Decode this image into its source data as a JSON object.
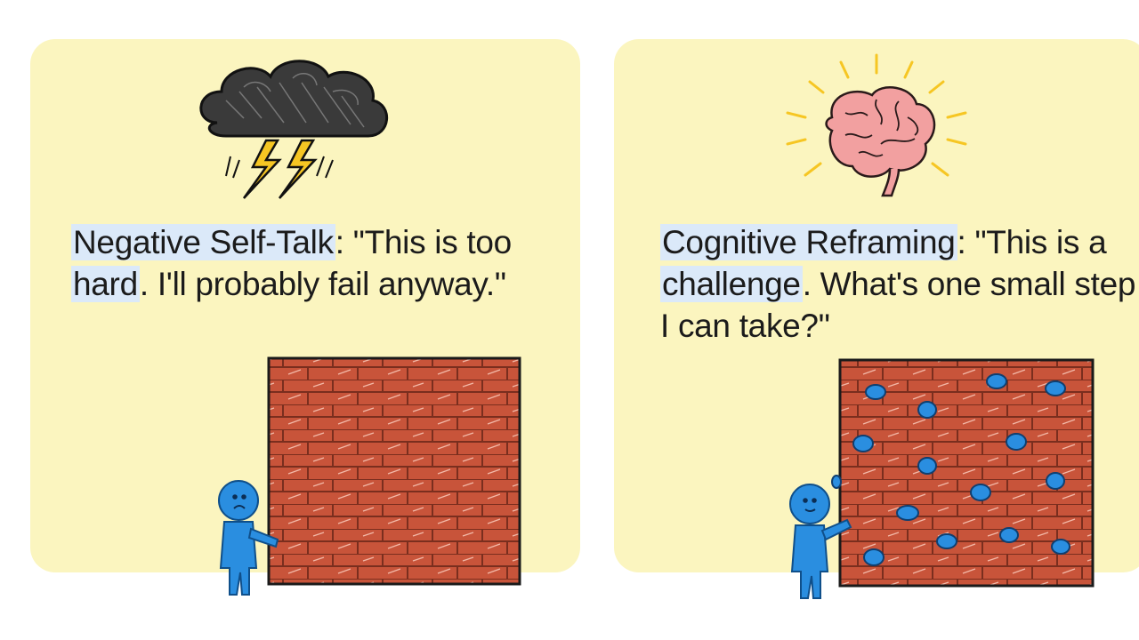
{
  "panels": {
    "left": {
      "icon": "storm-cloud-icon",
      "term": "Negative Self-Talk",
      "quote_open": ": \"This is too ",
      "keyword": "hard",
      "quote_close": ". I'll probably fail anyway.\"",
      "scene": "person-facing-brick-wall"
    },
    "right": {
      "icon": "glowing-brain-icon",
      "term": "Cognitive Reframing",
      "quote_open": ": \"This is a ",
      "keyword": "challenge",
      "quote_close": ". What's one small step I can take?\"",
      "scene": "person-at-climbing-wall"
    }
  },
  "colors": {
    "panel_background": "#fbf5bf",
    "highlight": "#dbe9f9",
    "brick": "#c8543a",
    "person": "#2a8ee0",
    "cloud": "#3a3a3a",
    "lightning": "#f6c623",
    "brain": "#f2a0a0"
  }
}
